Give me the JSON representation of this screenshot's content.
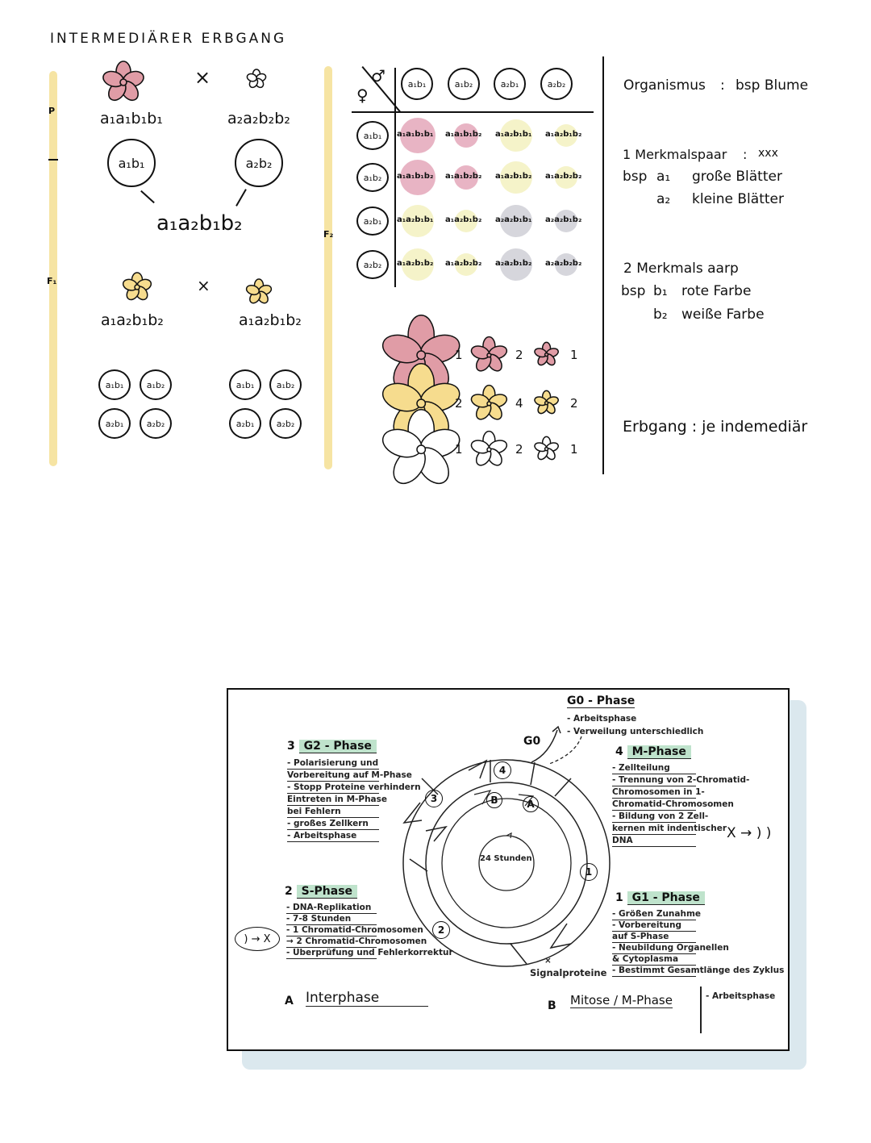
{
  "title": "INTERMEDIÄRER ERBGANG",
  "generation_labels": {
    "p": "P",
    "f1": "F₁",
    "f2": "F₂"
  },
  "cross_symbol": "×",
  "p_generation": {
    "parent1": "a₁a₁b₁b₁",
    "parent2": "a₂a₂b₂b₂",
    "gamete1": "a₁b₁",
    "gamete2": "a₂b₂",
    "offspring": "a₁a₂b₁b₂"
  },
  "f1_generation": {
    "parent1": "a₁a₂b₁b₂",
    "parent2": "a₁a₂b₁b₂",
    "gametes": [
      "a₁b₁",
      "a₁b₂",
      "a₂b₁",
      "a₂b₂"
    ]
  },
  "punnett": {
    "corner_female": "♀",
    "corner_male": "♂",
    "col_headers": [
      "a₁b₁",
      "a₁b₂",
      "a₂b₁",
      "a₂b₂"
    ],
    "row_headers": [
      "a₁b₁",
      "a₁b₂",
      "a₂b₁",
      "a₂b₂"
    ],
    "cells": [
      [
        "a₁a₁b₁b₁",
        "a₁a₁b₁b₂",
        "a₁a₂b₁b₁",
        "a₁a₂b₁b₂"
      ],
      [
        "a₁a₁b₁b₂",
        "a₁a₁b₂b₂",
        "a₁a₂b₁b₂",
        "a₁a₂b₂b₂"
      ],
      [
        "a₁a₂b₁b₁",
        "a₁a₂b₁b₂",
        "a₂a₂b₁b₁",
        "a₂a₂b₁b₂"
      ],
      [
        "a₁a₂b₁b₂",
        "a₁a₂b₂b₂",
        "a₂a₂b₁b₂",
        "a₂a₂b₂b₂"
      ]
    ],
    "cell_colors": [
      [
        "#e8b4c4",
        "#e8b4c4",
        "#f5f3c9",
        "#f5f3c9"
      ],
      [
        "#e8b4c4",
        "#e8b4c4",
        "#f5f3c9",
        "#f5f3c9"
      ],
      [
        "#f5f3c9",
        "#f5f3c9",
        "#d6d6dc",
        "#d6d6dc"
      ],
      [
        "#f5f3c9",
        "#f5f3c9",
        "#d6d6dc",
        "#d6d6dc"
      ]
    ]
  },
  "ratio": {
    "rows": [
      {
        "color": "#e09ca6",
        "values": [
          "1",
          "2",
          "1"
        ]
      },
      {
        "color": "#f6dc8e",
        "values": [
          "2",
          "4",
          "2"
        ]
      },
      {
        "color": "#ffffff",
        "values": [
          "1",
          "2",
          "1"
        ]
      }
    ]
  },
  "notes": {
    "organismus_label": "Organismus",
    "organismus_sep": ":",
    "organismus_value": "bsp Blume",
    "pair1_title": "1 Merkmalspaar",
    "pair1_sep": ":",
    "pair1_value": "xxx",
    "pair1_bsp": "bsp",
    "pair1_a1": "a₁",
    "pair1_a1_text": "große Blätter",
    "pair1_a2": "a₂",
    "pair1_a2_text": "kleine Blätter",
    "pair2_title": "2 Merkmals aarp",
    "pair2_bsp": "bsp",
    "pair2_b1": "b₁",
    "pair2_b1_text": "rote Farbe",
    "pair2_b2": "b₂",
    "pair2_b2_text": "weiße Farbe",
    "erbgang": "Erbgang : je indemediär"
  },
  "flower_colors": {
    "red": "#e09ca6",
    "yellow": "#f6dc8e",
    "white": "#ffffff",
    "outline": "#111111"
  },
  "cycle": {
    "g0_title": "G0 - Phase",
    "g0_items": [
      "- Arbeitsphase",
      "- Verweilung unterschiedlich"
    ],
    "g0_arrow_label": "G0",
    "g2_num": "3",
    "g2_title": "G2 - Phase",
    "g2_items": [
      "- Polarisierung und",
      "Vorbereitung auf M-Phase",
      "- Stopp Proteine verhindern",
      "Eintreten in M-Phase",
      "bei Fehlern",
      "- großes Zellkern",
      "- Arbeitsphase"
    ],
    "m_num": "4",
    "m_title": "M-Phase",
    "m_items": [
      "- Zellteilung",
      "- Trennung von 2-Chromatid-",
      "Chromosomen in 1-",
      "Chromatid-Chromosomen",
      "- Bildung von 2 Zell-",
      "kernen mit indentischer",
      "DNA"
    ],
    "m_side": "X → ) )",
    "s_num": "2",
    "s_title": "S-Phase",
    "s_items": [
      "- DNA-Replikation",
      "- 7-8 Stunden",
      "- 1 Chromatid-Chromosomen",
      "→ 2 Chromatid-Chromosomen",
      "- Überprüfung und Fehlerkorrektur"
    ],
    "s_side": ") → X",
    "g1_num": "1",
    "g1_title": "G1 - Phase",
    "g1_items": [
      "- Größen Zunahme",
      "- Vorbereitung",
      "auf S-Phase",
      "- Neubildung Organellen",
      "& Cytoplasma",
      "- Bestimmt Gesamtlänge des Zyklus",
      "- Arbeitsphase"
    ],
    "center": "24 Stunden",
    "ring_numbers": [
      "1",
      "2",
      "3",
      "4"
    ],
    "ring_letters": [
      "A",
      "B"
    ],
    "signal": "Signalproteine",
    "signal_mark": "×",
    "interphase_letter": "A",
    "interphase": "Interphase",
    "mitose_letter": "B",
    "mitose": "Mitose / M-Phase"
  }
}
